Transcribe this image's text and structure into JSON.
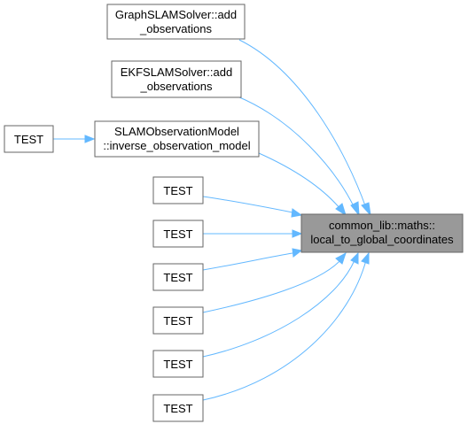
{
  "graph": {
    "edge_color": "#63b8ff",
    "node_border_color": "#666666",
    "target_fill_color": "#999999",
    "target": {
      "line1": "common_lib::maths::",
      "line2": "local_to_global_coordinates"
    },
    "nodes": {
      "graph_slam": {
        "line1": "GraphSLAMSolver::add",
        "line2": "_observations"
      },
      "ekf_slam": {
        "line1": "EKFSLAMSolver::add",
        "line2": "_observations"
      },
      "slam_obs": {
        "line1": "SLAMObservationModel",
        "line2": "::inverse_observation_model"
      },
      "test_left": {
        "label": "TEST"
      },
      "test_1": {
        "label": "TEST"
      },
      "test_2": {
        "label": "TEST"
      },
      "test_3": {
        "label": "TEST"
      },
      "test_4": {
        "label": "TEST"
      },
      "test_5": {
        "label": "TEST"
      },
      "test_6": {
        "label": "TEST"
      }
    }
  }
}
